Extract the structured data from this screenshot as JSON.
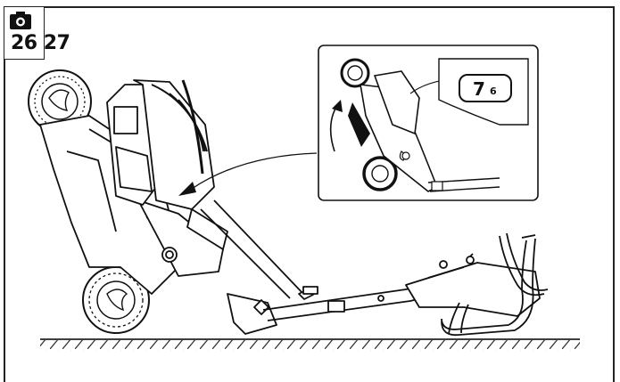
{
  "reference": {
    "icon": "camera-icon",
    "figure_numbers": "26 27"
  },
  "inset": {
    "label_value": "7",
    "label_sub": "6"
  },
  "colors": {
    "line": "#111111",
    "background": "#ffffff",
    "inset_bg": "#ffffff",
    "ground_hatch": "#333333"
  }
}
